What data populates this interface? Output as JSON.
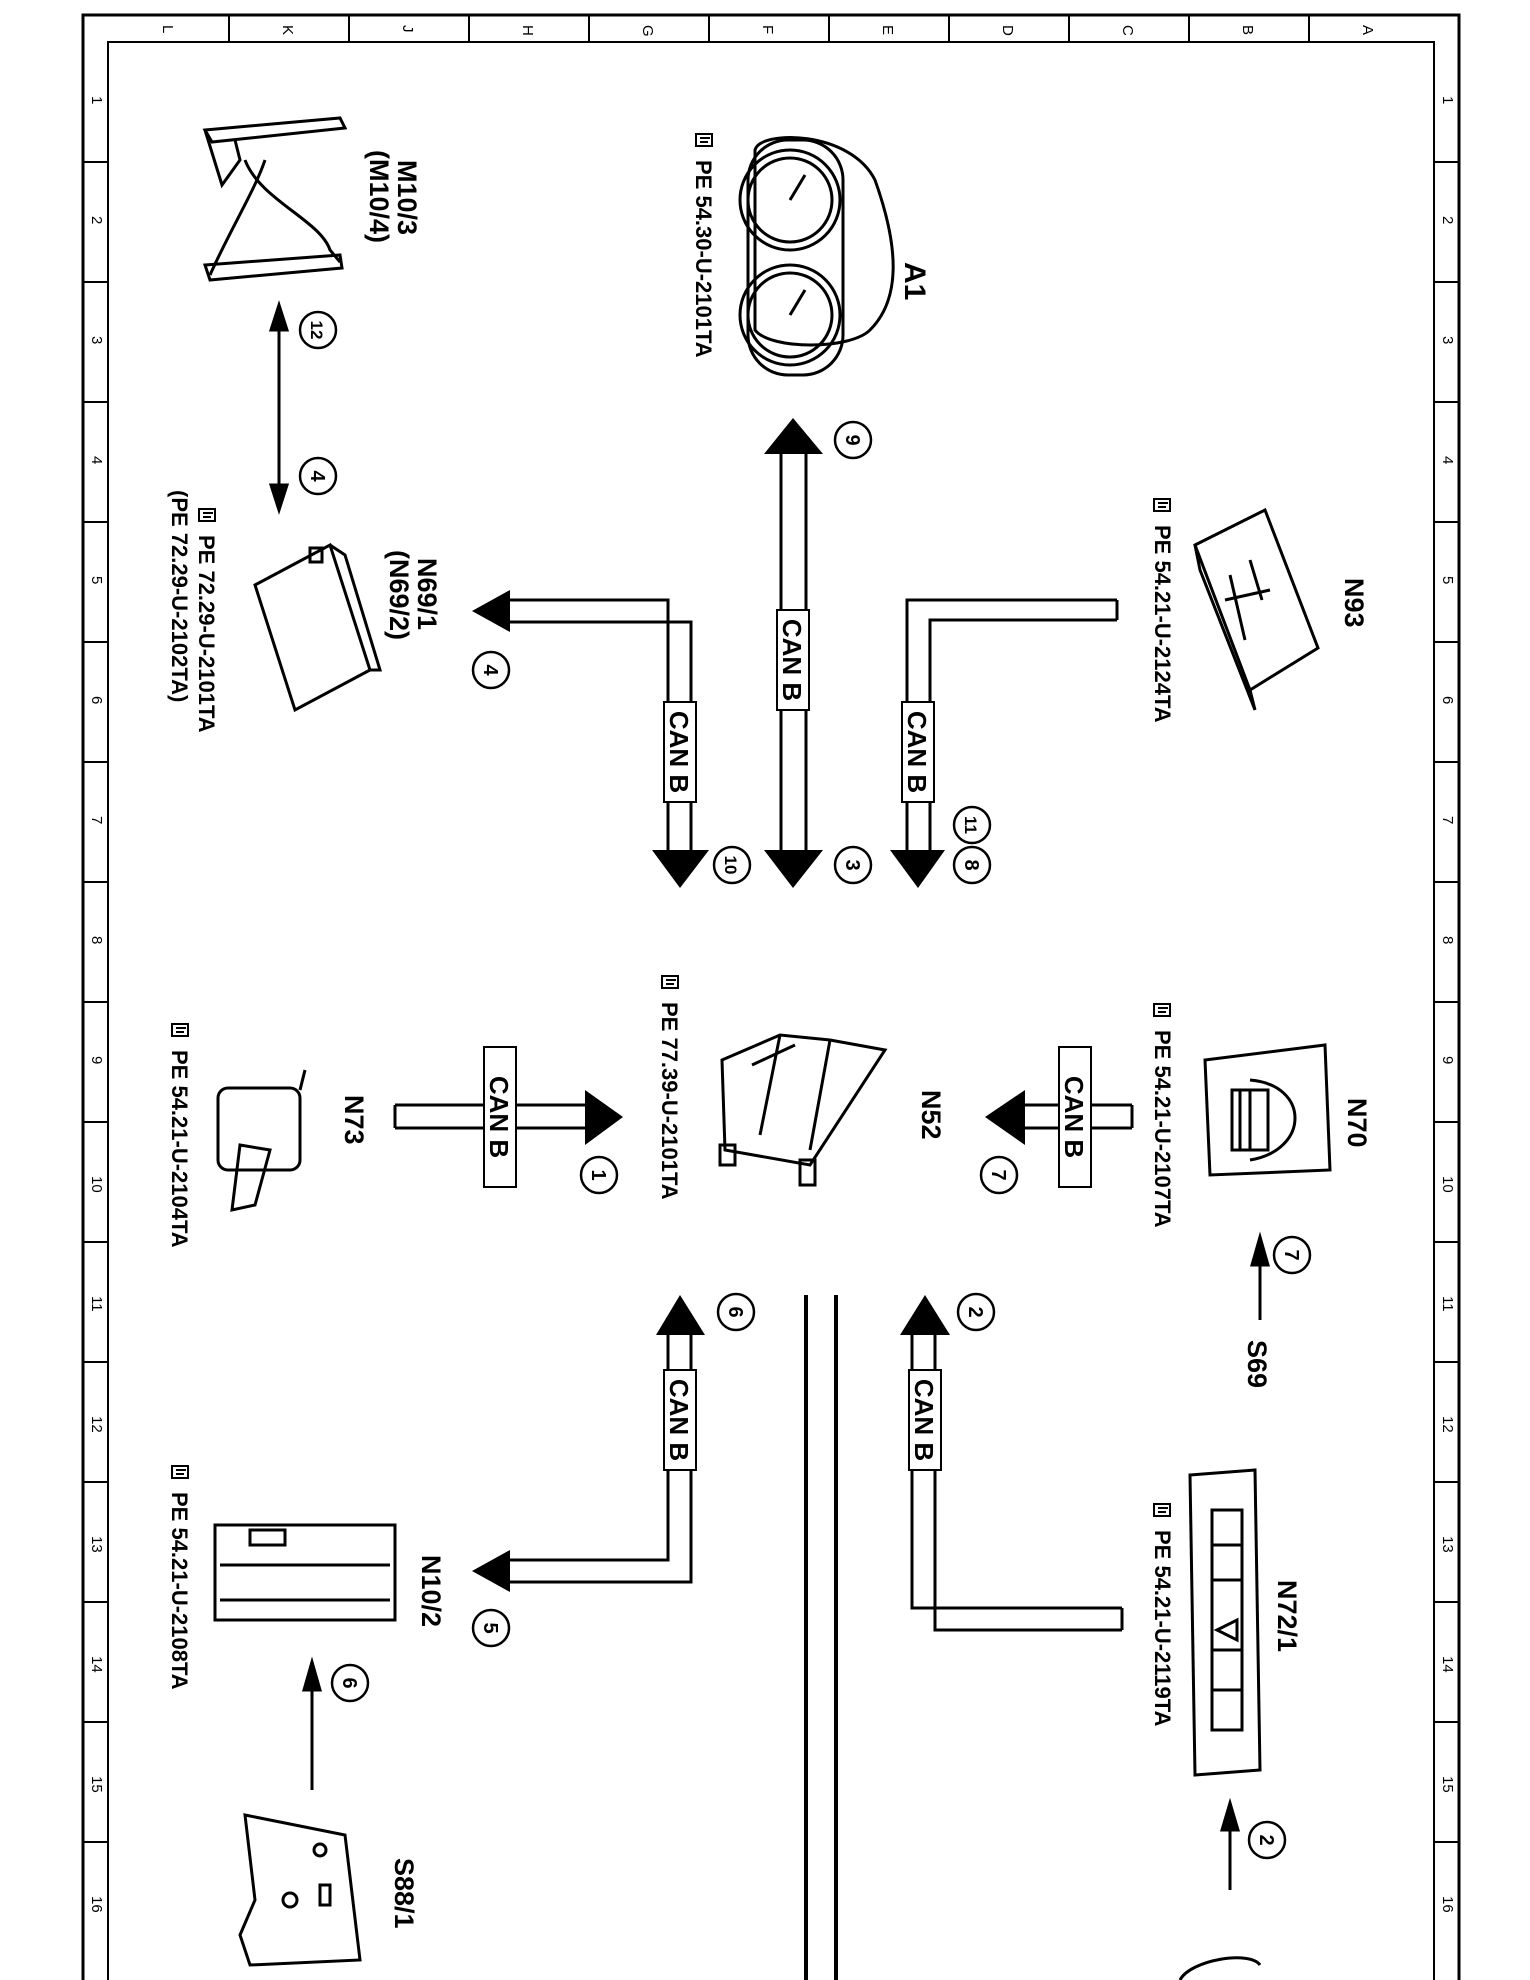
{
  "frame": {
    "columns": [
      "L",
      "K",
      "J",
      "H",
      "G",
      "F",
      "E",
      "D",
      "C",
      "B",
      "A"
    ],
    "rows": [
      "1",
      "2",
      "3",
      "4",
      "5",
      "6",
      "7",
      "8",
      "9",
      "10",
      "11",
      "12",
      "13",
      "14",
      "15",
      "16"
    ]
  },
  "components": {
    "a1": {
      "id": "A1",
      "ref": "PE 54.30-U-2101TA"
    },
    "m10_3": {
      "id": "M10/3",
      "alt": "(M10/4)"
    },
    "n69_1": {
      "id": "N69/1",
      "alt": "(N69/2)",
      "ref": "PE 72.29-U-2101TA",
      "ref_alt": "(PE 72.29-U-2102TA)"
    },
    "n93": {
      "id": "N93",
      "ref": "PE 54.21-U-2124TA"
    },
    "n52": {
      "id": "N52",
      "ref": "PE 77.39-U-2101TA"
    },
    "n70": {
      "id": "N70",
      "ref": "PE 54.21-U-2107TA"
    },
    "n73": {
      "id": "N73",
      "ref": "PE 54.21-U-2104TA"
    },
    "n10_2": {
      "id": "N10/2",
      "ref": "PE 54.21-U-2108TA"
    },
    "n72_1": {
      "id": "N72/1",
      "ref": "PE 54.21-U-2119TA"
    },
    "s88_1": {
      "id": "S88/1"
    },
    "s69": {
      "id": "S69"
    }
  },
  "bus_label": "CAN B",
  "callouts": [
    "12",
    "4",
    "9",
    "4",
    "3",
    "10",
    "11",
    "8",
    "1",
    "7",
    "7",
    "6",
    "2",
    "5",
    "6",
    "2"
  ]
}
